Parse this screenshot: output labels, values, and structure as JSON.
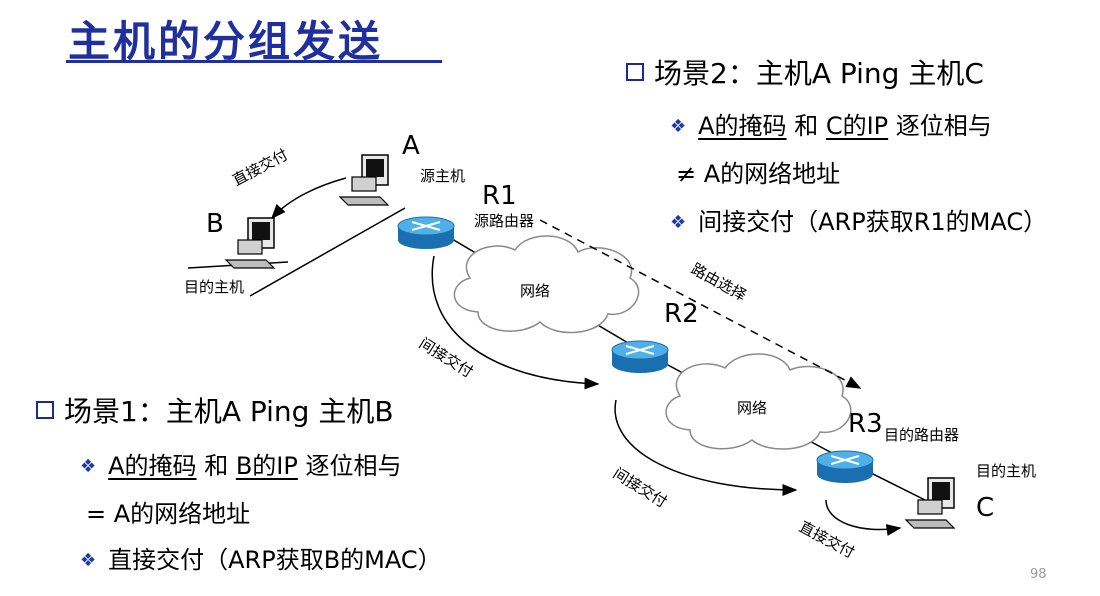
{
  "title": "主机的分组发送",
  "scene2": {
    "heading": "场景2：主机A Ping 主机C",
    "line1": {
      "mask": "A的掩码",
      "and": "和",
      "ip": "C的IP",
      "rest": "逐位相与"
    },
    "line2": "≠ A的网络地址",
    "line3": "间接交付（ARP获取R1的MAC）"
  },
  "scene1": {
    "heading": "场景1：主机A Ping 主机B",
    "line1": {
      "mask": "A的掩码",
      "and": "和",
      "ip": "B的IP",
      "rest": "逐位相与"
    },
    "line2": "= A的网络地址",
    "line3": "直接交付（ARP获取B的MAC）"
  },
  "diagram": {
    "host_a": "A",
    "host_a_desc": "源主机",
    "host_b": "B",
    "host_b_desc": "目的主机",
    "host_c": "C",
    "host_c_desc": "目的主机",
    "r1": "R1",
    "r1_desc": "源路由器",
    "r2": "R2",
    "r3": "R3",
    "r3_desc": "目的路由器",
    "cloud1": "网络",
    "cloud2": "网络",
    "direct1": "直接交付",
    "indirect1": "间接交付",
    "indirect2": "间接交付",
    "direct2": "直接交付",
    "routing": "路由选择"
  },
  "page_number": "98",
  "colors": {
    "title": "#1f2f9e",
    "router": "#2c8fd0",
    "cloud_border": "#8a8a8a"
  }
}
